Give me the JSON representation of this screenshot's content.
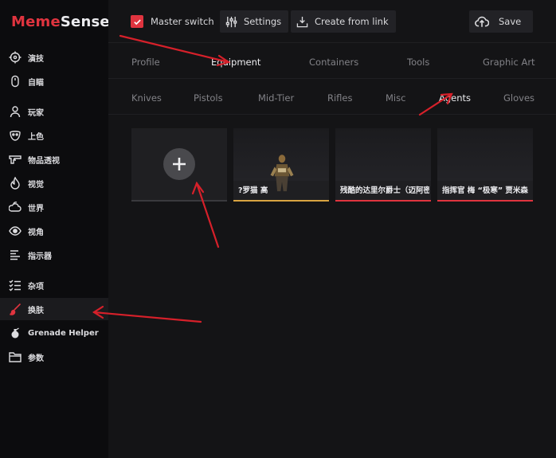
{
  "app": {
    "logo_part1": "Meme",
    "logo_part2": "Sense"
  },
  "sidebar": {
    "items": [
      {
        "label": "演技",
        "icon": "crosshair-icon"
      },
      {
        "label": "自瞄",
        "icon": "mouse-icon"
      },
      {
        "label": "玩家",
        "icon": "person-icon"
      },
      {
        "label": "上色",
        "icon": "mask-icon"
      },
      {
        "label": "物品透视",
        "icon": "gun-icon"
      },
      {
        "label": "视觉",
        "icon": "flame-icon"
      },
      {
        "label": "世界",
        "icon": "weather-icon"
      },
      {
        "label": "视角",
        "icon": "eye-icon"
      },
      {
        "label": "指示器",
        "icon": "indicator-list-icon"
      },
      {
        "label": "杂项",
        "icon": "checklist-icon"
      },
      {
        "label": "换肤",
        "icon": "brush-icon"
      },
      {
        "label": "Grenade Helper",
        "icon": "grenade-icon"
      },
      {
        "label": "参数",
        "icon": "folder-icon"
      }
    ],
    "active_index": 10
  },
  "topbar": {
    "master_switch_label": "Master switch",
    "master_switch_checked": true,
    "settings_label": "Settings",
    "create_link_label": "Create from link",
    "save_label": "Save"
  },
  "tabs_primary": [
    "Profile",
    "Equipment",
    "Containers",
    "Tools",
    "Graphic Art"
  ],
  "tabs_primary_active": 1,
  "tabs_secondary": [
    "Knives",
    "Pistols",
    "Mid-Tier",
    "Rifles",
    "Misc",
    "Agents",
    "Gloves"
  ],
  "tabs_secondary_active": 5,
  "cards": [
    {
      "name": "?罗猫 高",
      "bar_color": "#d9a441"
    },
    {
      "name": "残酷的达里尔爵士（迈阿密",
      "bar_color": "#e0343f"
    },
    {
      "name": "指挥官 梅 “极寒” 贾米森",
      "bar_color": "#e0343f"
    }
  ],
  "colors": {
    "accent": "#e0343f",
    "annotation": "#d6202a"
  }
}
